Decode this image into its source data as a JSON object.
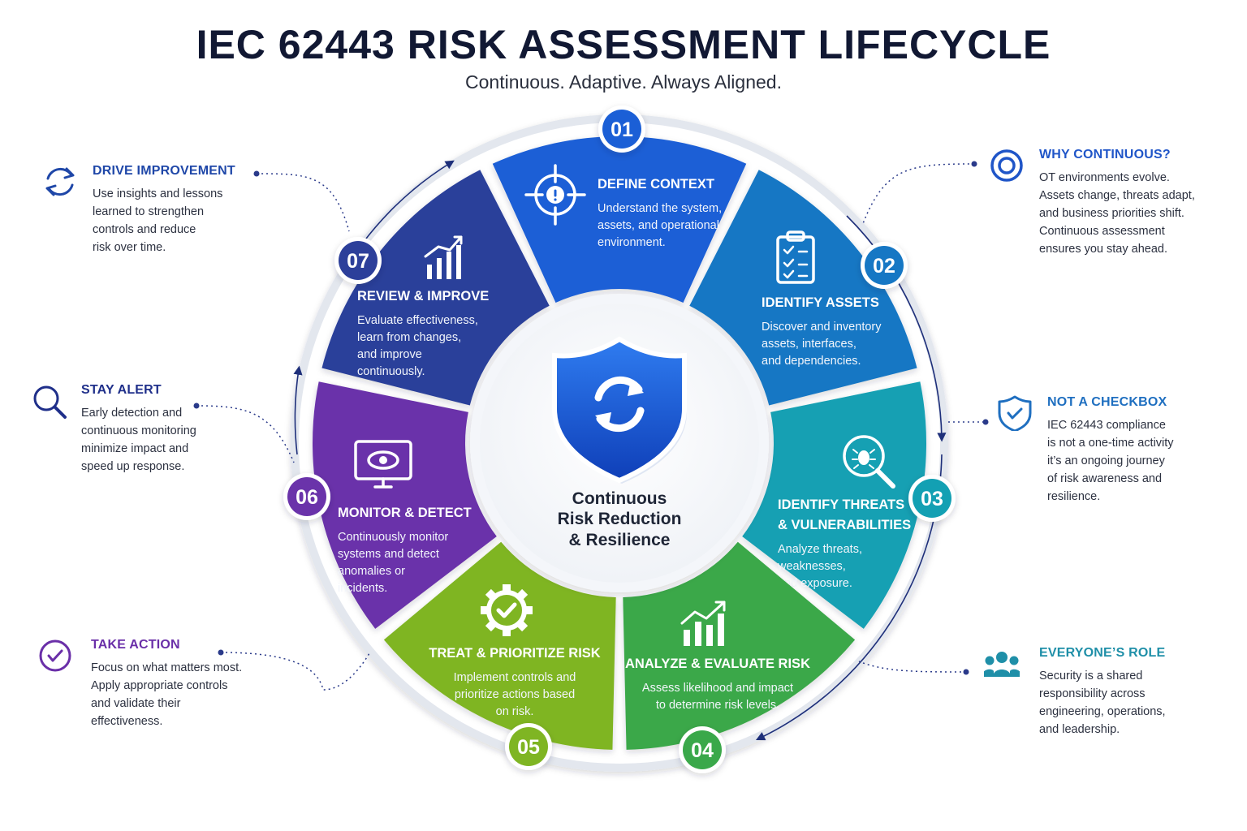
{
  "header": {
    "title": "IEC 62443 RISK ASSESSMENT LIFECYCLE",
    "subtitle": "Continuous. Adaptive. Always Aligned."
  },
  "center": {
    "line1": "Continuous",
    "line2": "Risk Reduction",
    "line3": "& Resilience",
    "icon": "shield-refresh-icon"
  },
  "steps": [
    {
      "num": "01",
      "title_lines": [
        "DEFINE CONTEXT"
      ],
      "desc_lines": [
        "Understand the system,",
        "assets, and operational",
        "environment."
      ],
      "icon": "target-alert-icon",
      "color": "#1b5fd6"
    },
    {
      "num": "02",
      "title_lines": [
        "IDENTIFY ASSETS"
      ],
      "desc_lines": [
        "Discover and inventory",
        "assets, interfaces,",
        "and dependencies."
      ],
      "icon": "clipboard-checklist-icon",
      "color": "#1677c4"
    },
    {
      "num": "03",
      "title_lines": [
        "IDENTIFY THREATS",
        "& VULNERABILITIES"
      ],
      "desc_lines": [
        "Analyze threats,",
        "weaknesses,",
        "and exposure."
      ],
      "icon": "bug-search-icon",
      "color": "#13a0b3"
    },
    {
      "num": "04",
      "title_lines": [
        "ANALYZE & EVALUATE RISK"
      ],
      "desc_lines": [
        "Assess likelihood and impact",
        "to determine risk levels."
      ],
      "icon": "bar-chart-up-icon",
      "color": "#3aa84a"
    },
    {
      "num": "05",
      "title_lines": [
        "TREAT & PRIORITIZE RISK"
      ],
      "desc_lines": [
        "Implement controls and",
        "prioritize actions based",
        "on risk."
      ],
      "icon": "gear-check-icon",
      "color": "#7fb523"
    },
    {
      "num": "06",
      "title_lines": [
        "MONITOR & DETECT"
      ],
      "desc_lines": [
        "Continuously monitor",
        "systems and detect",
        "anomalies or",
        "incidents."
      ],
      "icon": "monitor-eye-icon",
      "color": "#6a33aa"
    },
    {
      "num": "07",
      "title_lines": [
        "REVIEW & IMPROVE"
      ],
      "desc_lines": [
        "Evaluate effectiveness,",
        "learn from changes,",
        "and improve",
        "continuously."
      ],
      "icon": "growth-chart-icon",
      "color": "#2c3f9a"
    }
  ],
  "left_notes": [
    {
      "title": "DRIVE IMPROVEMENT",
      "lines": [
        "Use insights and lessons",
        "learned to strengthen",
        "controls and reduce",
        "risk over time."
      ],
      "icon": "refresh-cycle-icon",
      "color": "#1f47a8"
    },
    {
      "title": "STAY ALERT",
      "lines": [
        "Early detection and",
        "continuous monitoring",
        "minimize impact and",
        "speed up response."
      ],
      "icon": "magnifier-icon",
      "color": "#1f2f8a"
    },
    {
      "title": "TAKE ACTION",
      "lines": [
        "Focus on what matters most.",
        "Apply appropriate controls",
        "and validate their",
        "effectiveness."
      ],
      "icon": "check-circle-icon",
      "color": "#6a2fa8"
    }
  ],
  "right_notes": [
    {
      "title": "WHY CONTINUOUS?",
      "lines": [
        "OT environments evolve.",
        "Assets change, threats adapt,",
        "and business priorities shift.",
        "Continuous assessment",
        "ensures you stay ahead."
      ],
      "icon": "target-rings-icon",
      "color": "#1f55c8"
    },
    {
      "title": "NOT A CHECKBOX",
      "lines": [
        "IEC 62443 compliance",
        "is not a one-time activity",
        "it’s an ongoing journey",
        "of risk awareness and",
        "resilience."
      ],
      "icon": "shield-check-icon",
      "color": "#1f6fc0"
    },
    {
      "title": "EVERYONE’S ROLE",
      "lines": [
        "Security is a shared",
        "responsibility across",
        "engineering, operations,",
        "and leadership."
      ],
      "icon": "team-group-icon",
      "color": "#1f8fa8"
    }
  ]
}
